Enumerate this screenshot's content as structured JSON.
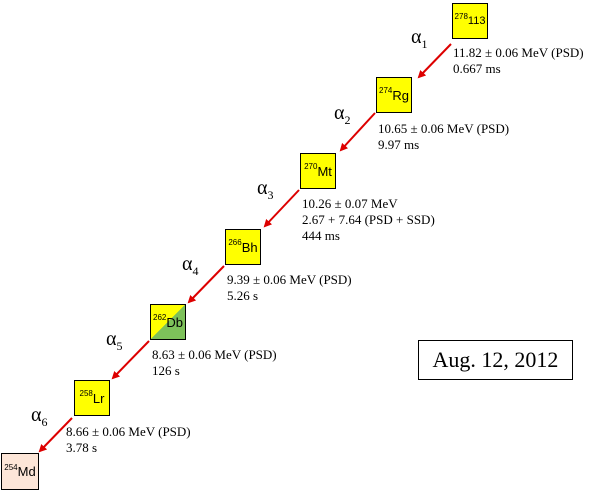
{
  "nuclides": [
    {
      "mass": "278",
      "symbol": "113"
    },
    {
      "mass": "274",
      "symbol": "Rg"
    },
    {
      "mass": "270",
      "symbol": "Mt"
    },
    {
      "mass": "266",
      "symbol": "Bh"
    },
    {
      "mass": "262",
      "symbol": "Db"
    },
    {
      "mass": "258",
      "symbol": "Lr"
    },
    {
      "mass": "254",
      "symbol": "Md"
    }
  ],
  "decays": [
    {
      "label": "α",
      "index": "1",
      "lines": [
        "11.82 ± 0.06 MeV (PSD)",
        "0.667 ms"
      ]
    },
    {
      "label": "α",
      "index": "2",
      "lines": [
        "10.65 ± 0.06 MeV (PSD)",
        "9.97 ms"
      ]
    },
    {
      "label": "α",
      "index": "3",
      "lines": [
        "10.26 ± 0.07 MeV",
        "2.67 + 7.64 (PSD + SSD)",
        "444 ms"
      ]
    },
    {
      "label": "α",
      "index": "4",
      "lines": [
        "9.39 ± 0.06 MeV (PSD)",
        "5.26 s"
      ]
    },
    {
      "label": "α",
      "index": "5",
      "lines": [
        "8.63 ± 0.06 MeV (PSD)",
        "126 s"
      ]
    },
    {
      "label": "α",
      "index": "6",
      "lines": [
        "8.66 ± 0.06 MeV (PSD)",
        "3.78 s"
      ]
    }
  ],
  "date": "Aug. 12, 2012",
  "colors": {
    "arrow": "#dd0000",
    "box_fill": "#ffff00",
    "db_secondary": "#7dc15a",
    "md_fill": "#fde6d8"
  }
}
